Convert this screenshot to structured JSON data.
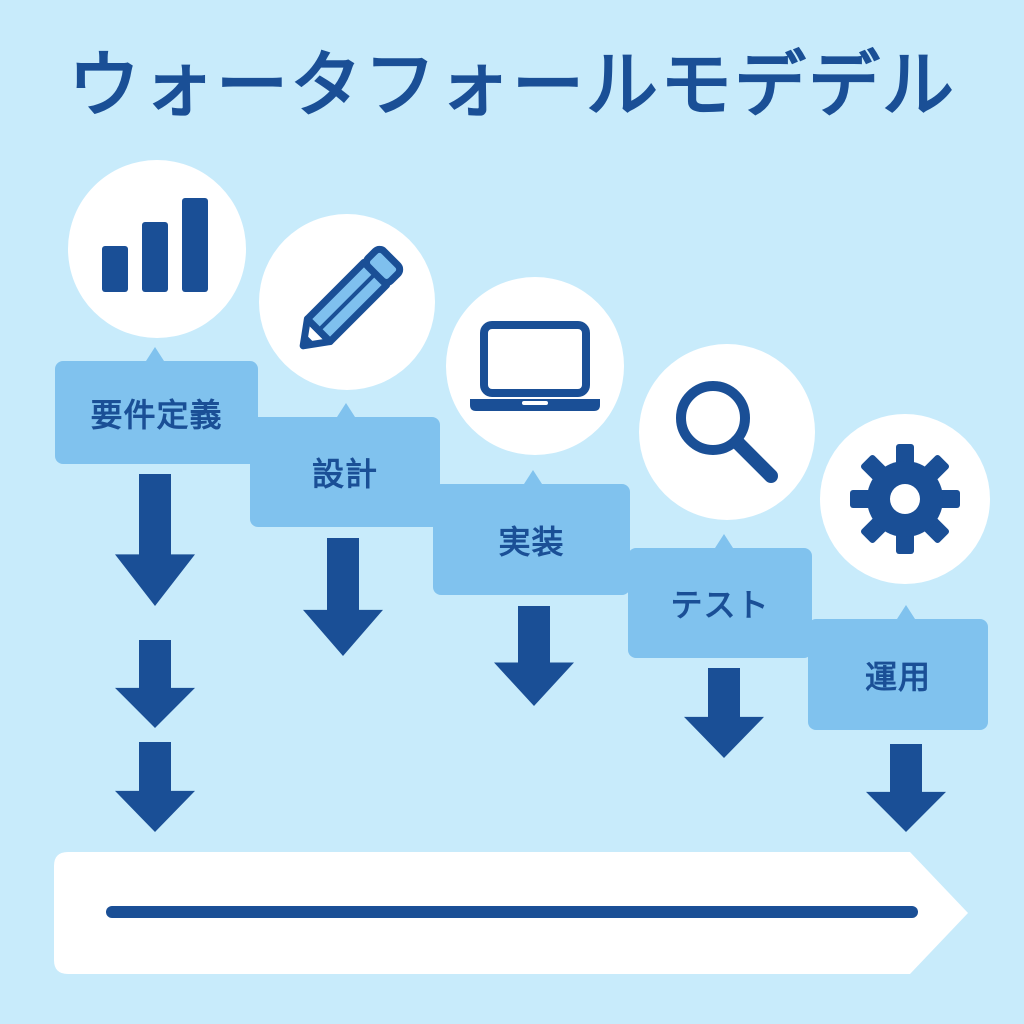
{
  "title": "ウォータフォールモデデル",
  "colors": {
    "background": "#c8ebfb",
    "primary": "#1a4f96",
    "step_fill": "#80c2ee",
    "icon_accent": "#7fc0ee",
    "circle": "#ffffff"
  },
  "steps": [
    {
      "label": "要件定義",
      "icon": "bar-chart-icon"
    },
    {
      "label": "設計",
      "icon": "pencil-icon"
    },
    {
      "label": "実装",
      "icon": "laptop-icon"
    },
    {
      "label": "テスト",
      "icon": "magnifier-icon"
    },
    {
      "label": "運用",
      "icon": "gear-icon"
    }
  ],
  "timeline": {
    "icon": "timeline-arrow"
  }
}
